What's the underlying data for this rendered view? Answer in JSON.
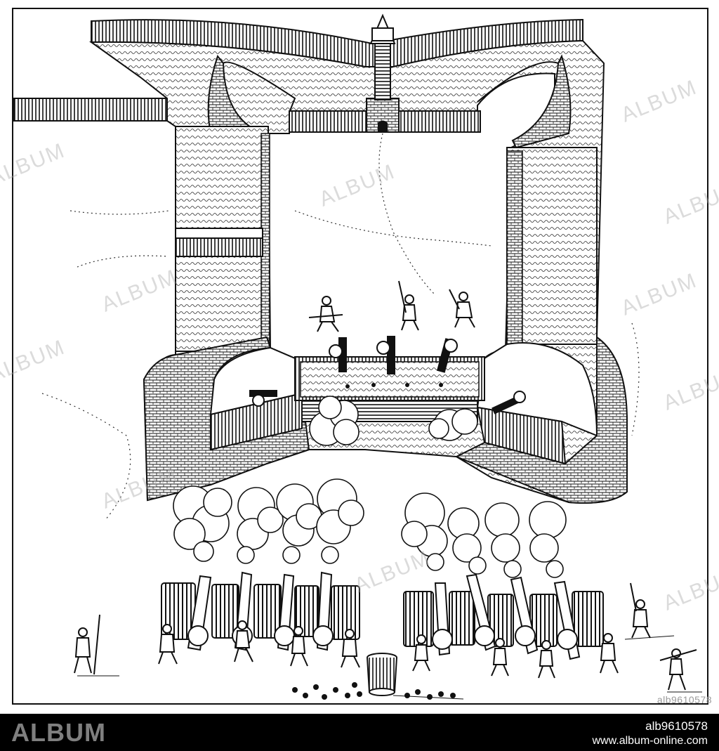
{
  "watermark": {
    "text": "ALBUM"
  },
  "image_id": "alb9610578",
  "footer": {
    "brand": "ALBUM",
    "code": "alb9610578",
    "site": "www.album-online.com"
  },
  "colors": {
    "ink": "#111111",
    "paper": "#ffffff",
    "footer_bg": "#000000",
    "brand_grey": "#7f7f7f"
  }
}
